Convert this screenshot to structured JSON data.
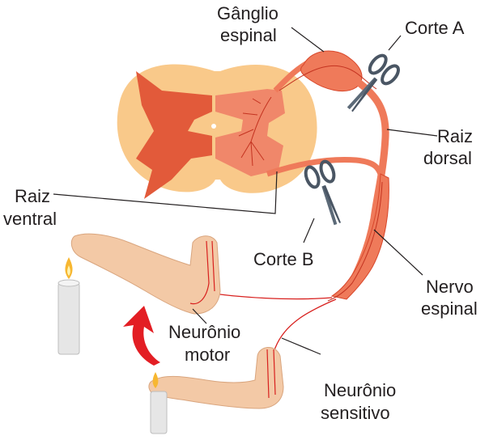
{
  "diagram": {
    "labels": {
      "ganglio_line1": "Gânglio",
      "ganglio_line2": "espinal",
      "corte_a": "Corte A",
      "raiz_dorsal_line1": "Raiz",
      "raiz_dorsal_line2": "dorsal",
      "raiz_ventral_line1": "Raiz",
      "raiz_ventral_line2": "ventral",
      "corte_b": "Corte B",
      "nervo_line1": "Nervo",
      "nervo_line2": "espinal",
      "neuronio_motor_line1": "Neurônio",
      "neuronio_motor_line2": "motor",
      "neuronio_sensitivo_line1": "Neurônio",
      "neuronio_sensitivo_line2": "sensitivo"
    },
    "colors": {
      "white_matter": "#f9c98a",
      "gray_matter": "#e25a3a",
      "nerve": "#ef7a5a",
      "nerve_dark": "#d8472b",
      "skin": "#f3c9a6",
      "scissors_blade": "#5c6a78",
      "arrow": "#e31e24",
      "label_line": "#231f20"
    },
    "icons": [
      "scissors-icon",
      "candle-icon",
      "arm-icon",
      "curved-arrow-icon"
    ]
  }
}
